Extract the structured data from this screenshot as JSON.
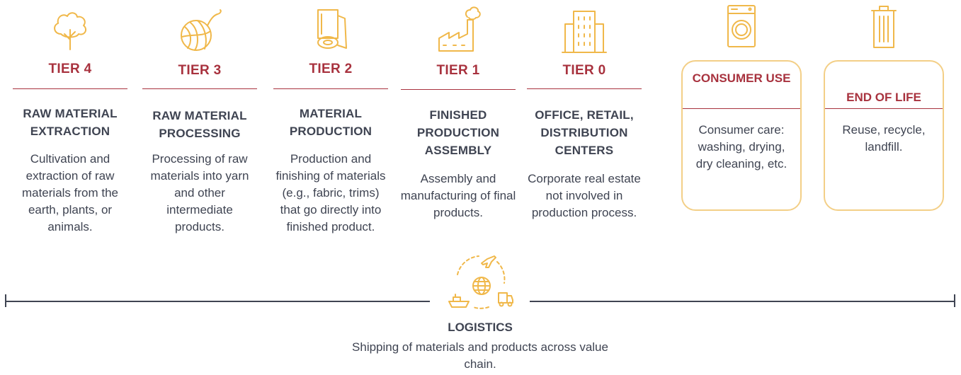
{
  "tiers": [
    {
      "label": "TIER 4",
      "title": "RAW MATERIAL EXTRACTION",
      "desc": "Cultivation and extraction of raw materials from the earth, plants, or animals.",
      "icon": "cotton-plant-icon"
    },
    {
      "label": "TIER 3",
      "title": "RAW MATERIAL PROCESSING",
      "desc": "Processing of raw materials into yarn and other intermediate products.",
      "icon": "yarn-ball-icon"
    },
    {
      "label": "TIER 2",
      "title": "MATERIAL PRODUCTION",
      "desc": "Production and finishing of materials (e.g., fabric, trims) that go directly into finished product.",
      "icon": "fabric-roll-icon"
    },
    {
      "label": "TIER 1",
      "title": "FINISHED PRODUCTION ASSEMBLY",
      "desc": "Assembly and manufacturing of final products.",
      "icon": "factory-icon"
    },
    {
      "label": "TIER 0",
      "title": "OFFICE, RETAIL, DISTRIBUTION CENTERS",
      "desc": "Corporate real estate not involved in production process.",
      "icon": "office-building-icon"
    }
  ],
  "consumer": {
    "label": "CONSUMER USE",
    "desc": "Consumer care: washing, drying, dry cleaning, etc.",
    "icon": "washing-machine-icon"
  },
  "end_of_life": {
    "label": "END OF LIFE",
    "desc": "Reuse, recycle, landfill.",
    "icon": "trash-can-icon"
  },
  "logistics": {
    "title": "LOGISTICS",
    "desc": "Shipping of materials and products across value chain.",
    "icon": "logistics-globe-icon"
  },
  "colors": {
    "accent": "#a8323e",
    "icon": "#f0b84a",
    "card_border": "#f3cf87",
    "text": "#3f4452"
  }
}
